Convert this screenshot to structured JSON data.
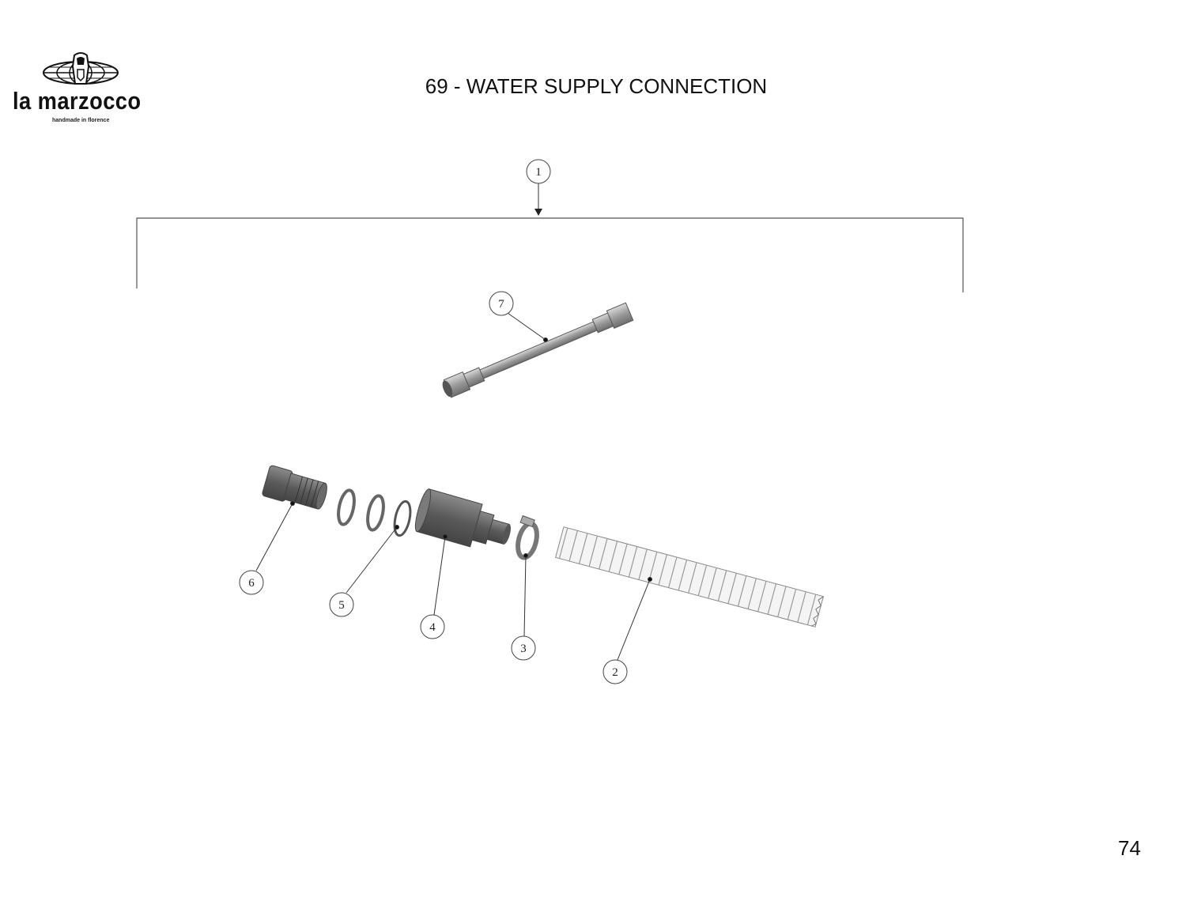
{
  "header": {
    "title": "69 - WATER SUPPLY CONNECTION",
    "logo": {
      "brand": "la marzocco",
      "tagline": "handmade in florence"
    }
  },
  "diagram": {
    "callouts": [
      {
        "id": "1",
        "label": "1"
      },
      {
        "id": "2",
        "label": "2"
      },
      {
        "id": "3",
        "label": "3"
      },
      {
        "id": "4",
        "label": "4"
      },
      {
        "id": "5",
        "label": "5"
      },
      {
        "id": "6",
        "label": "6"
      },
      {
        "id": "7",
        "label": "7"
      }
    ]
  },
  "footer": {
    "page_number": "74"
  }
}
